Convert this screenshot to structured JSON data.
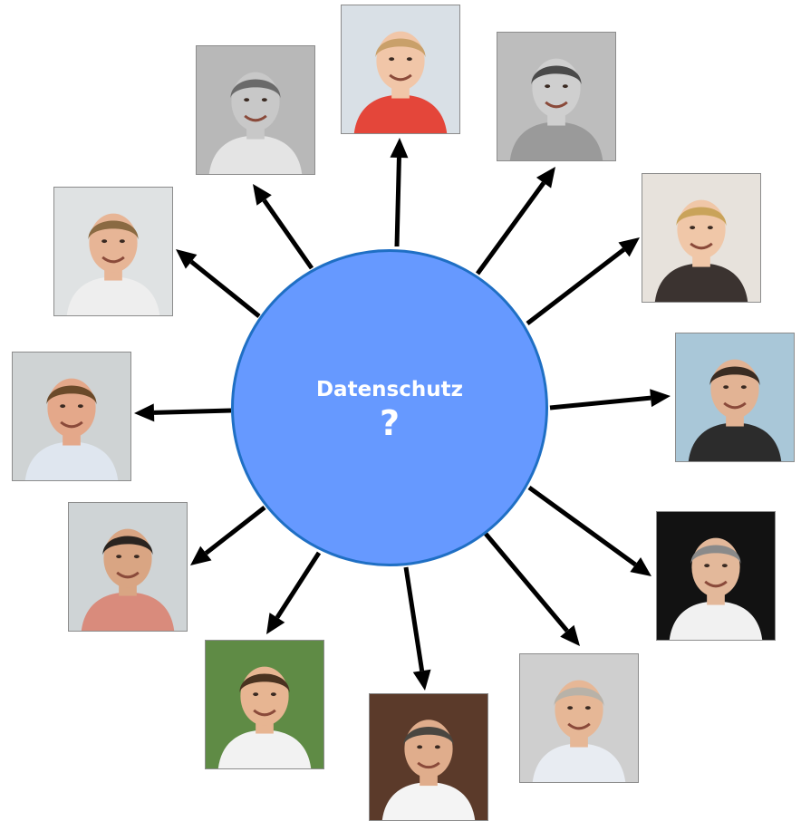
{
  "center": {
    "title": "Datenschutz",
    "mark": "?",
    "fill": "#6699ff",
    "stroke": "#1f6fc4"
  },
  "arrow_color": "#000000",
  "photos": [
    {
      "name": "photo-child-eating",
      "bg": "#d9e0e6",
      "skin": "#f1c6a8",
      "hair": "#c9a06a",
      "shirt": "#e4463a"
    },
    {
      "name": "photo-smiling-woman-gray",
      "bg": "#bdbdbd",
      "skin": "#cfcfcf",
      "hair": "#4a4a4a",
      "shirt": "#9a9a9a"
    },
    {
      "name": "photo-blonde-woman",
      "bg": "#e7e2dc",
      "skin": "#f0c7a8",
      "hair": "#c9a35a",
      "shirt": "#3b3330"
    },
    {
      "name": "photo-man-suit",
      "bg": "#a9c7d8",
      "skin": "#e2b394",
      "hair": "#3a2c22",
      "shirt": "#2c2c2c"
    },
    {
      "name": "photo-doctor-dark",
      "bg": "#121212",
      "skin": "#e3b89a",
      "hair": "#8a8a8a",
      "shirt": "#f1f1f1"
    },
    {
      "name": "photo-gray-hair-man",
      "bg": "#cfcfcf",
      "skin": "#e6b796",
      "hair": "#b8b2a8",
      "shirt": "#e8ecf2"
    },
    {
      "name": "photo-man-glasses-books",
      "bg": "#5b3a2a",
      "skin": "#e0ad8c",
      "hair": "#4a4640",
      "shirt": "#f4f4f4"
    },
    {
      "name": "photo-curly-man-green",
      "bg": "#5f8b45",
      "skin": "#e7b592",
      "hair": "#4a3220",
      "shirt": "#f2f2f2"
    },
    {
      "name": "photo-bearded-man",
      "bg": "#cfd4d6",
      "skin": "#d9a583",
      "hair": "#2a2420",
      "shirt": "#d98b7c"
    },
    {
      "name": "photo-smiling-man-checked",
      "bg": "#cfd3d4",
      "skin": "#e4a88a",
      "hair": "#6b4a2a",
      "shirt": "#dfe6ef"
    },
    {
      "name": "photo-young-man-necklace",
      "bg": "#dfe2e3",
      "skin": "#e7b596",
      "hair": "#8a6a42",
      "shirt": "#eeeeee"
    },
    {
      "name": "photo-laughing-man-gray",
      "bg": "#b8b8b8",
      "skin": "#c8c8c8",
      "hair": "#6a6a6a",
      "shirt": "#e4e4e4"
    }
  ]
}
